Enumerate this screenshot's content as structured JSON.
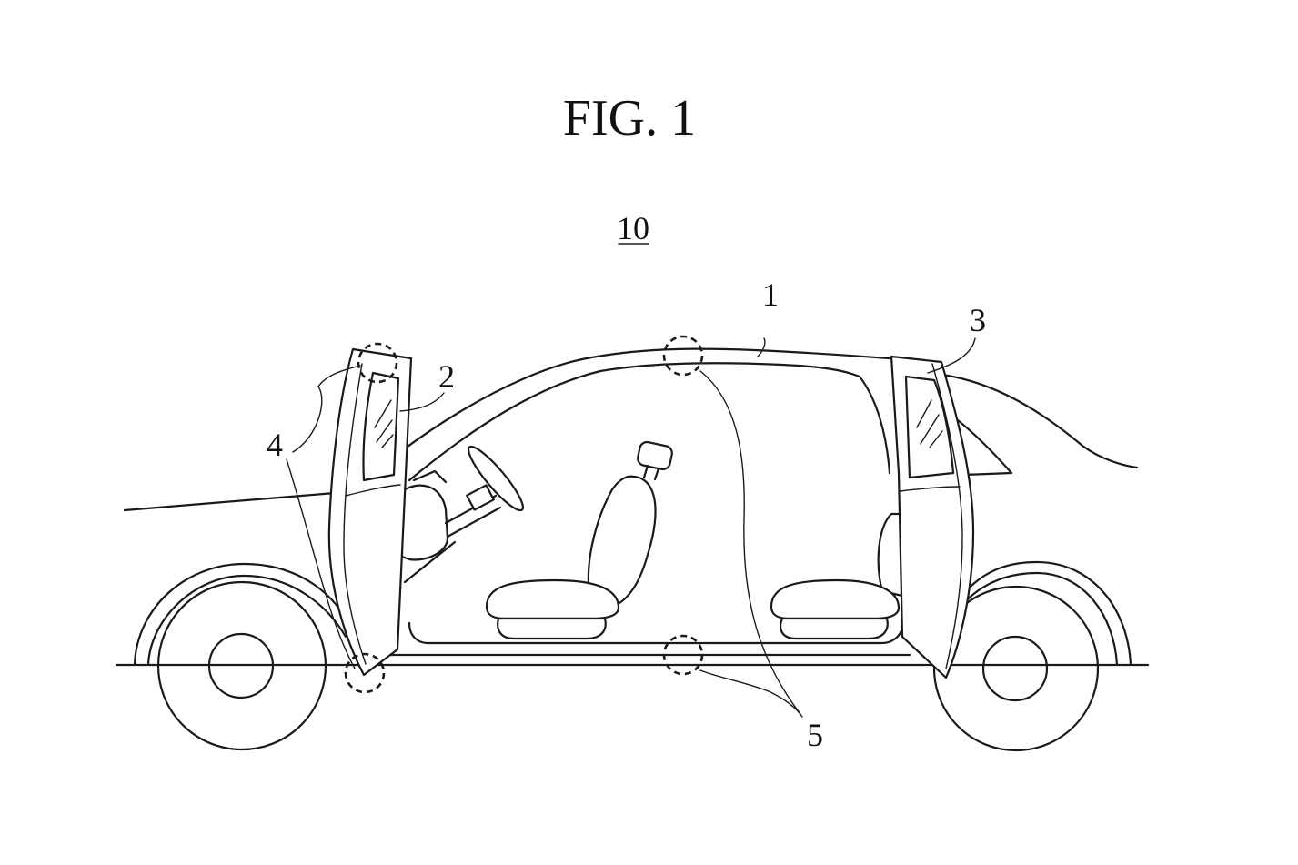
{
  "figure": {
    "title": "FIG. 1",
    "reference_numeral": "10"
  },
  "labels": {
    "roof": "1",
    "front_door": "2",
    "rear_door": "3",
    "hinge_parts": "4",
    "sensor_parts": "5"
  }
}
